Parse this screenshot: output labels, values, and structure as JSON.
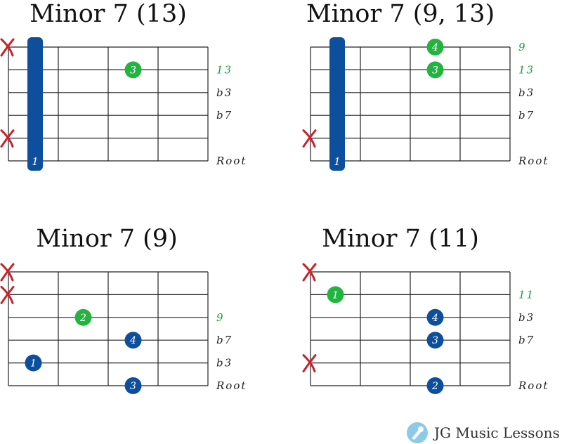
{
  "colors": {
    "root": "#0d4f9c",
    "green": "#22b43f",
    "mute": "#c8232c",
    "grid": "#222222",
    "label_green": "#1aa03a",
    "label_dark": "#222222"
  },
  "chords": [
    {
      "title": "Minor 7 (13)",
      "muted": [
        1,
        5
      ],
      "barre": {
        "label": "1",
        "fret": 0
      },
      "dots": [
        {
          "string": 2,
          "fret": 2.5,
          "finger": "3",
          "color": "green"
        }
      ],
      "labels": [
        {
          "string": 2,
          "text": "13",
          "color": "green"
        },
        {
          "string": 3,
          "text": "b3",
          "color": "dark"
        },
        {
          "string": 4,
          "text": "b7",
          "color": "dark"
        },
        {
          "string": 6,
          "text": "Root",
          "color": "dark"
        }
      ]
    },
    {
      "title": "Minor 7 (9, 13)",
      "muted": [
        5
      ],
      "barre": {
        "label": "1",
        "fret": 0
      },
      "dots": [
        {
          "string": 1,
          "fret": 2.5,
          "finger": "4",
          "color": "green"
        },
        {
          "string": 2,
          "fret": 2.5,
          "finger": "3",
          "color": "green"
        }
      ],
      "labels": [
        {
          "string": 1,
          "text": "9",
          "color": "green"
        },
        {
          "string": 2,
          "text": "13",
          "color": "green"
        },
        {
          "string": 3,
          "text": "b3",
          "color": "dark"
        },
        {
          "string": 4,
          "text": "b7",
          "color": "dark"
        },
        {
          "string": 6,
          "text": "Root",
          "color": "dark"
        }
      ]
    },
    {
      "title": "Minor 7 (9)",
      "muted": [
        1,
        2
      ],
      "barre": null,
      "dots": [
        {
          "string": 3,
          "fret": 1.5,
          "finger": "2",
          "color": "green"
        },
        {
          "string": 4,
          "fret": 2.5,
          "finger": "4",
          "color": "root"
        },
        {
          "string": 5,
          "fret": 0.5,
          "finger": "1",
          "color": "root"
        },
        {
          "string": 6,
          "fret": 2.5,
          "finger": "3",
          "color": "root"
        }
      ],
      "labels": [
        {
          "string": 3,
          "text": "9",
          "color": "green"
        },
        {
          "string": 4,
          "text": "b7",
          "color": "dark"
        },
        {
          "string": 5,
          "text": "b3",
          "color": "dark"
        },
        {
          "string": 6,
          "text": "Root",
          "color": "dark"
        }
      ]
    },
    {
      "title": "Minor 7 (11)",
      "muted": [
        1,
        5
      ],
      "barre": null,
      "dots": [
        {
          "string": 2,
          "fret": 0.5,
          "finger": "1",
          "color": "green"
        },
        {
          "string": 3,
          "fret": 2.5,
          "finger": "4",
          "color": "root"
        },
        {
          "string": 4,
          "fret": 2.5,
          "finger": "3",
          "color": "root"
        },
        {
          "string": 6,
          "fret": 2.5,
          "finger": "2",
          "color": "root"
        }
      ],
      "labels": [
        {
          "string": 2,
          "text": "11",
          "color": "green"
        },
        {
          "string": 3,
          "text": "b3",
          "color": "dark"
        },
        {
          "string": 4,
          "text": "b7",
          "color": "dark"
        },
        {
          "string": 6,
          "text": "Root",
          "color": "dark"
        }
      ]
    }
  ],
  "logo": {
    "text": "JG Music Lessons",
    "icon": "guitar-pick-icon"
  }
}
